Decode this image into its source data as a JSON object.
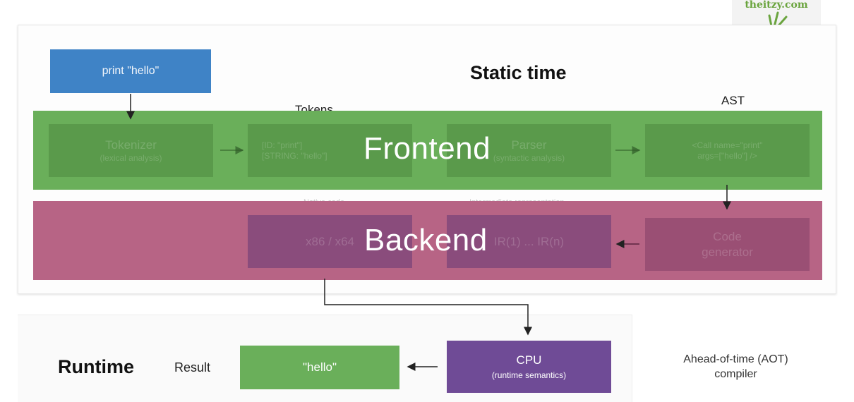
{
  "brand": {
    "name": "theitzy.com",
    "icon": "leaf-logo"
  },
  "static_panel": {
    "title": "Static time"
  },
  "input": {
    "code": "print \"hello\""
  },
  "labels": {
    "tokens": "Tokens",
    "ast": "AST",
    "native_code": "Native code",
    "ir": "Intermediate representation"
  },
  "frontend": {
    "title": "Frontend",
    "tokenizer": {
      "name": "Tokenizer",
      "desc": "(lexical analysis)"
    },
    "tokens_box": {
      "line1": "[ID: \"print\"]",
      "line2": "[STRING: \"hello\"]"
    },
    "parser": {
      "name": "Parser",
      "desc": "(syntactic analysis)"
    },
    "ast_box": {
      "line1": "<Call name=\"print\"",
      "line2": "args=[\"hello\"] />"
    }
  },
  "backend": {
    "title": "Backend",
    "native_box": "x86 / x64",
    "ir_box": "IR(1) ... IR(n)",
    "codegen": {
      "line1": "Code",
      "line2": "generator"
    }
  },
  "runtime": {
    "title": "Runtime",
    "result_label": "Result",
    "result_value": "\"hello\"",
    "cpu": {
      "name": "CPU",
      "desc": "(runtime semantics)"
    }
  },
  "caption": {
    "line1": "Ahead-of-time (AOT)",
    "line2": "compiler"
  },
  "colors": {
    "input": "#3f83c6",
    "frontend": "#6aaf5a",
    "backend": "#b76485",
    "cpu": "#6f4b96",
    "brand": "#6aa43e"
  }
}
